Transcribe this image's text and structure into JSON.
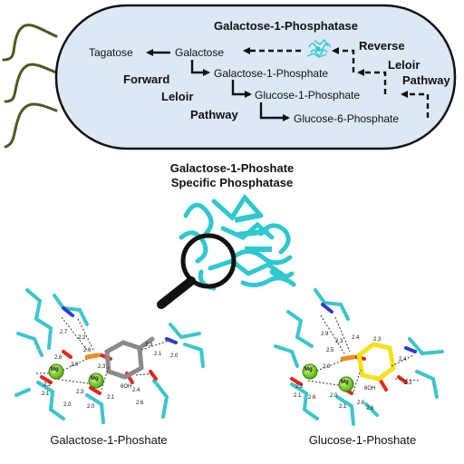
{
  "cell": {
    "enzyme_label": "Galactose-1-Phosphatase",
    "metabolites": {
      "tagatose": "Tagatose",
      "galactose": "Galactose",
      "gal1p": "Galactose-1-Phosphate",
      "glc1p": "Glucose-1-Phosphate",
      "glc6p": "Glucose-6-Phosphate"
    },
    "forward_pathway": [
      "Forward",
      "Leloir",
      "Pathway"
    ],
    "reverse_pathway": [
      "Reverse",
      "Leloir",
      "Pathway"
    ]
  },
  "protein": {
    "title_line1": "Galactose-1-Phoshate",
    "title_line2": "Specific Phosphatase"
  },
  "binding_sites": {
    "left": {
      "caption": "Galactose-1-Phoshate",
      "mg_label": "Mg",
      "distances": [
        "2.7",
        "2.2",
        "2.6",
        "2.0",
        "2.2",
        "2.1",
        "2.3",
        "2.3",
        "2.1",
        "2.4",
        "2.6",
        "2.0",
        "2.0",
        "2.3",
        "2.1",
        "2.0",
        "2.6"
      ],
      "hydroxyl": "6OH"
    },
    "right": {
      "caption": "Glucose-1-Phoshate",
      "mg_label": "Mg",
      "distances": [
        "2.9",
        "2.3",
        "2.5",
        "2.4",
        "2.3",
        "2.0",
        "2.2",
        "2.1",
        "2.6",
        "2.0",
        "2.1",
        "2.6",
        "2.4",
        "2.3",
        "2.6"
      ],
      "hydroxyl": "6OH"
    }
  },
  "colors": {
    "cell_fill": "#dde8f5",
    "flagella": "#4a5a1e",
    "protein": "#2ec8d0",
    "carbon_cyan": "#3cc6cc",
    "carbon_grey": "#8a8a8a",
    "carbon_yellow": "#f2e21b",
    "oxygen": "#e8251d",
    "nitrogen": "#2f3cc8",
    "phosphorus": "#f08c1a",
    "magnesium": "#7ed321"
  }
}
